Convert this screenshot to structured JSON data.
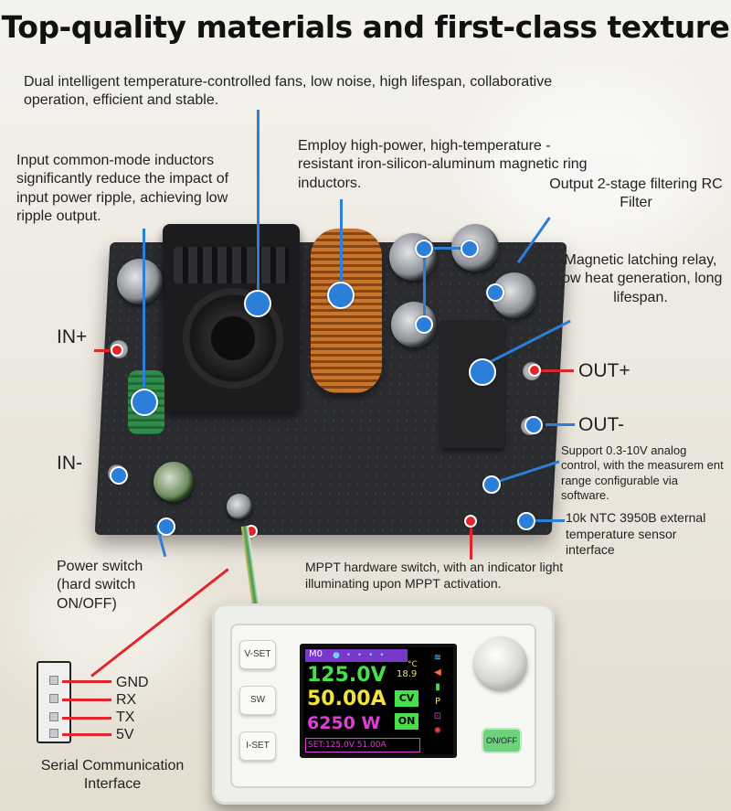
{
  "title": "Top-quality materials and first-class texture",
  "annotations": {
    "fans": "Dual intelligent temperature-controlled fans, low noise, high lifespan, collaborative operation, efficient and stable.",
    "input_inductors": "Input common-mode inductors significantly reduce the impact of input power ripple, achieving low ripple output.",
    "magnetic_ring": "Employ high-power, high-temperature -resistant iron-silicon-aluminum magnetic ring inductors.",
    "output_filter": "Output 2-stage filtering RC Filter",
    "relay": "Magnetic latching relay, low heat generation, long lifespan.",
    "analog_control": "Support 0.3-10V analog control, with the measurem ent range configurable via software.",
    "ntc": "10k NTC 3950B external temperature sensor interface",
    "mppt": "MPPT hardware switch, with an indicator light illuminating upon MPPT activation.",
    "power_switch": "Power switch (hard switch ON/OFF)",
    "serial": "Serial Communication Interface"
  },
  "terminals": {
    "in_plus": "IN+",
    "in_minus": "IN-",
    "out_plus": "OUT+",
    "out_minus": "OUT-"
  },
  "serial_pins": [
    "GND",
    "RX",
    "TX",
    "5V"
  ],
  "module": {
    "buttons": [
      "V-SET",
      "SW",
      "I-SET"
    ],
    "onoff_label": "ON/OFF"
  },
  "screen": {
    "preset": "M0",
    "voltage": "125.0V",
    "current": "50.00A",
    "power": "6250 W",
    "temperature": "18.9",
    "temp_unit": "°C",
    "mode": "CV",
    "state": "ON",
    "set_line": "SET:125.0V 51.00A",
    "icons": [
      "wifi-icon",
      "speaker-icon",
      "battery-icon",
      "p-icon",
      "lock-icon",
      "sun-icon"
    ]
  },
  "colors": {
    "callout_blue": "#2b7fd8",
    "callout_red": "#e0262b",
    "screen_green": "#46e04a",
    "screen_yellow": "#f3e23a",
    "screen_magenta": "#e03fd6"
  }
}
